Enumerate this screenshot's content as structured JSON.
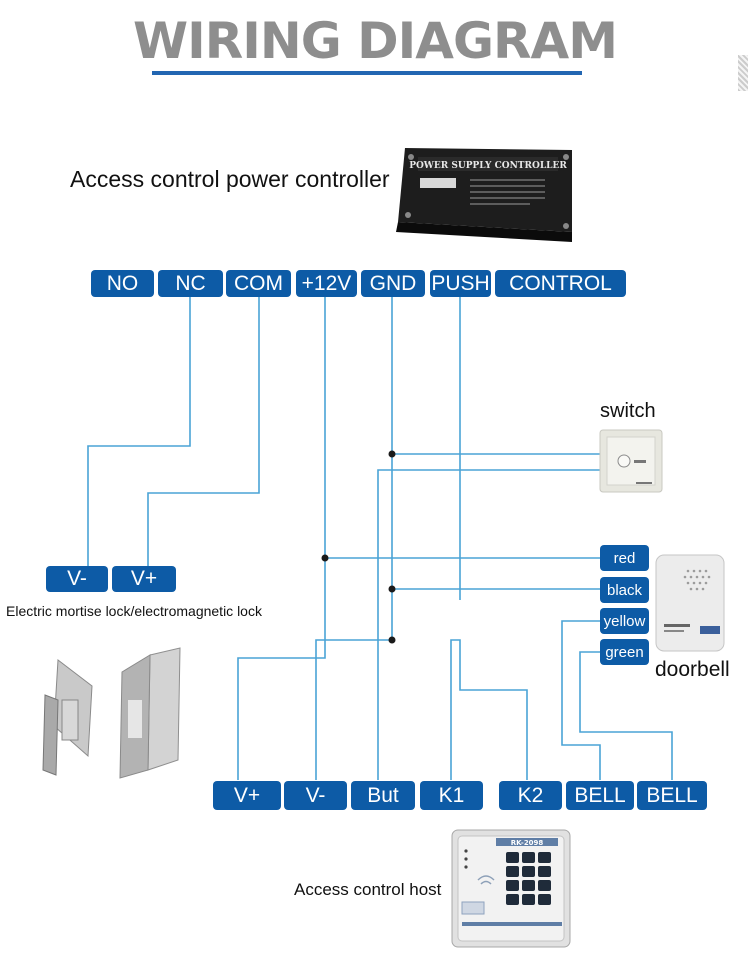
{
  "title": "WIRING DIAGRAM",
  "power_controller": {
    "label": "Access control power controller",
    "device_text": "POWER SUPPLY CONTROLLER"
  },
  "controller_terminals": [
    "NO",
    "NC",
    "COM",
    "+12V",
    "GND",
    "PUSH",
    "CONTROL"
  ],
  "switch": {
    "label": "switch"
  },
  "doorbell": {
    "label": "doorbell",
    "wires": [
      "red",
      "black",
      "yellow",
      "green"
    ]
  },
  "lock": {
    "terminals": [
      "V-",
      "V+"
    ],
    "label": "Electric mortise lock/electromagnetic lock"
  },
  "host_terminals": [
    "V+",
    "V-",
    "But",
    "K1",
    "K2",
    "BELL",
    "BELL"
  ],
  "host": {
    "label": "Access control host",
    "device_text": "RK-2098"
  },
  "colors": {
    "accent": "#0d5ba6",
    "wire": "#4aa3d6",
    "title": "#8e8e8e"
  }
}
